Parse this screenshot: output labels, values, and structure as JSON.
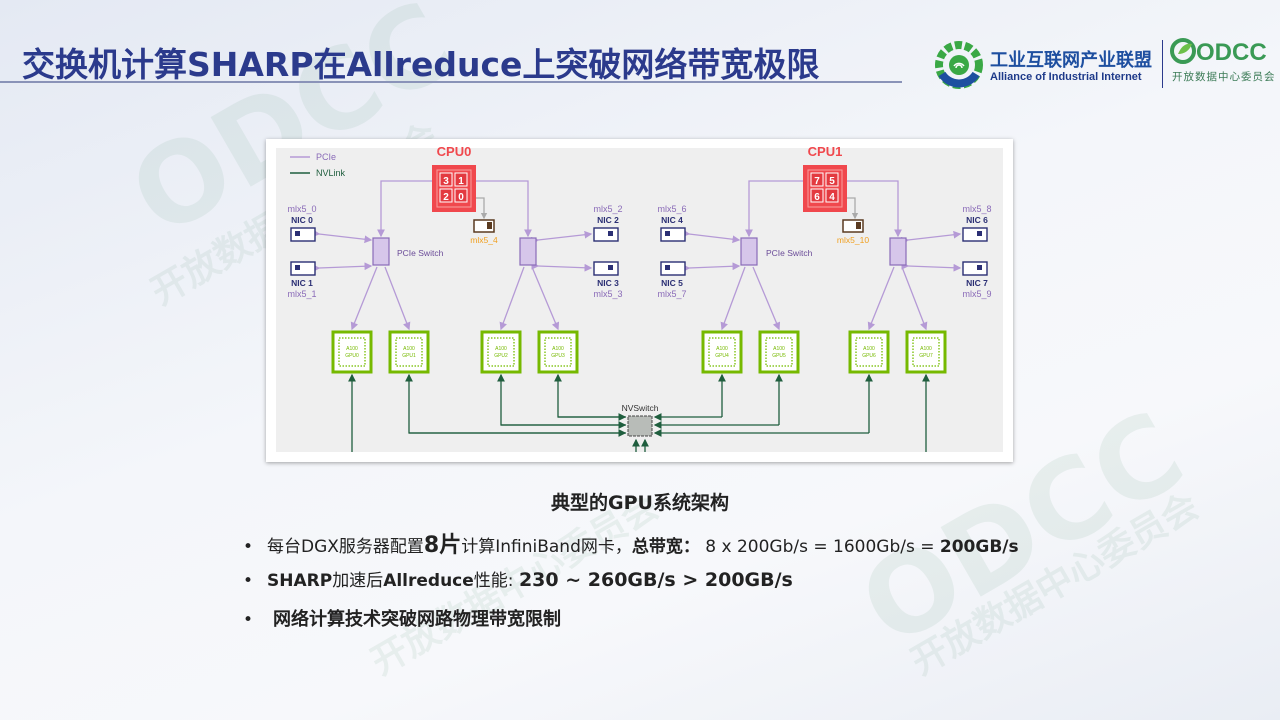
{
  "title": "交换机计算SHARP在Allreduce上突破网络带宽极限",
  "logos": {
    "aii_cn": "工业互联网产业联盟",
    "aii_en": "Alliance of Industrial Internet",
    "odcc": "ODCC",
    "odcc_cn": "开放数据中心委员会"
  },
  "watermark": {
    "brand": "ODCC",
    "text": "开放数据中心委员会"
  },
  "diagram": {
    "legend": {
      "pcie": "PCIe",
      "nvlink": "NVLink"
    },
    "cpus": [
      {
        "label": "CPU0",
        "cores": [
          "3",
          "1",
          "2",
          "0"
        ]
      },
      {
        "label": "CPU1",
        "cores": [
          "7",
          "5",
          "6",
          "4"
        ]
      }
    ],
    "pcie_switch_label": "PCIe Switch",
    "nics": [
      {
        "name": "NIC 0",
        "dev": "mlx5_0"
      },
      {
        "name": "NIC 1",
        "dev": "mlx5_1"
      },
      {
        "name": "NIC 2",
        "dev": "mlx5_2"
      },
      {
        "name": "NIC 3",
        "dev": "mlx5_3"
      },
      {
        "name": "NIC 4",
        "dev": "mlx5_6"
      },
      {
        "name": "NIC 5",
        "dev": "mlx5_7"
      },
      {
        "name": "NIC 6",
        "dev": "mlx5_8"
      },
      {
        "name": "NIC 7",
        "dev": "mlx5_9"
      }
    ],
    "mgmt_nics": [
      "mlx5_4",
      "mlx5_10"
    ],
    "gpus": [
      {
        "model": "A100",
        "name": "GPU0"
      },
      {
        "model": "A100",
        "name": "GPU1"
      },
      {
        "model": "A100",
        "name": "GPU2"
      },
      {
        "model": "A100",
        "name": "GPU3"
      },
      {
        "model": "A100",
        "name": "GPU4"
      },
      {
        "model": "A100",
        "name": "GPU5"
      },
      {
        "model": "A100",
        "name": "GPU6"
      },
      {
        "model": "A100",
        "name": "GPU7"
      }
    ],
    "nvswitch_label": "NVSwitch",
    "colors": {
      "pcie": "#b59ad6",
      "nvlink": "#1f5e3e",
      "cpu": "#f0484d",
      "gpu": "#76b900",
      "nic": "#2b2f74",
      "mgmt": "#f0a020"
    }
  },
  "caption": "典型的GPU系统架构",
  "bullets": [
    {
      "dot": "•",
      "t1": "每台DGX服务器配置",
      "t2": "8片",
      "t3": "计算InfiniBand网卡，",
      "t4": "总带宽：",
      "t5": " 8 x 200Gb/s = 1600Gb/s = ",
      "t6": "200GB/s"
    },
    {
      "dot": "•",
      "t1": "SHARP",
      "t2": "加速后",
      "t3": "Allreduce",
      "t4": "性能: ",
      "t5": "230 ~ 260GB/s  > 200GB/s"
    },
    {
      "dot": "•",
      "t1": "网络计算技术突破网路物理带宽限制"
    }
  ]
}
